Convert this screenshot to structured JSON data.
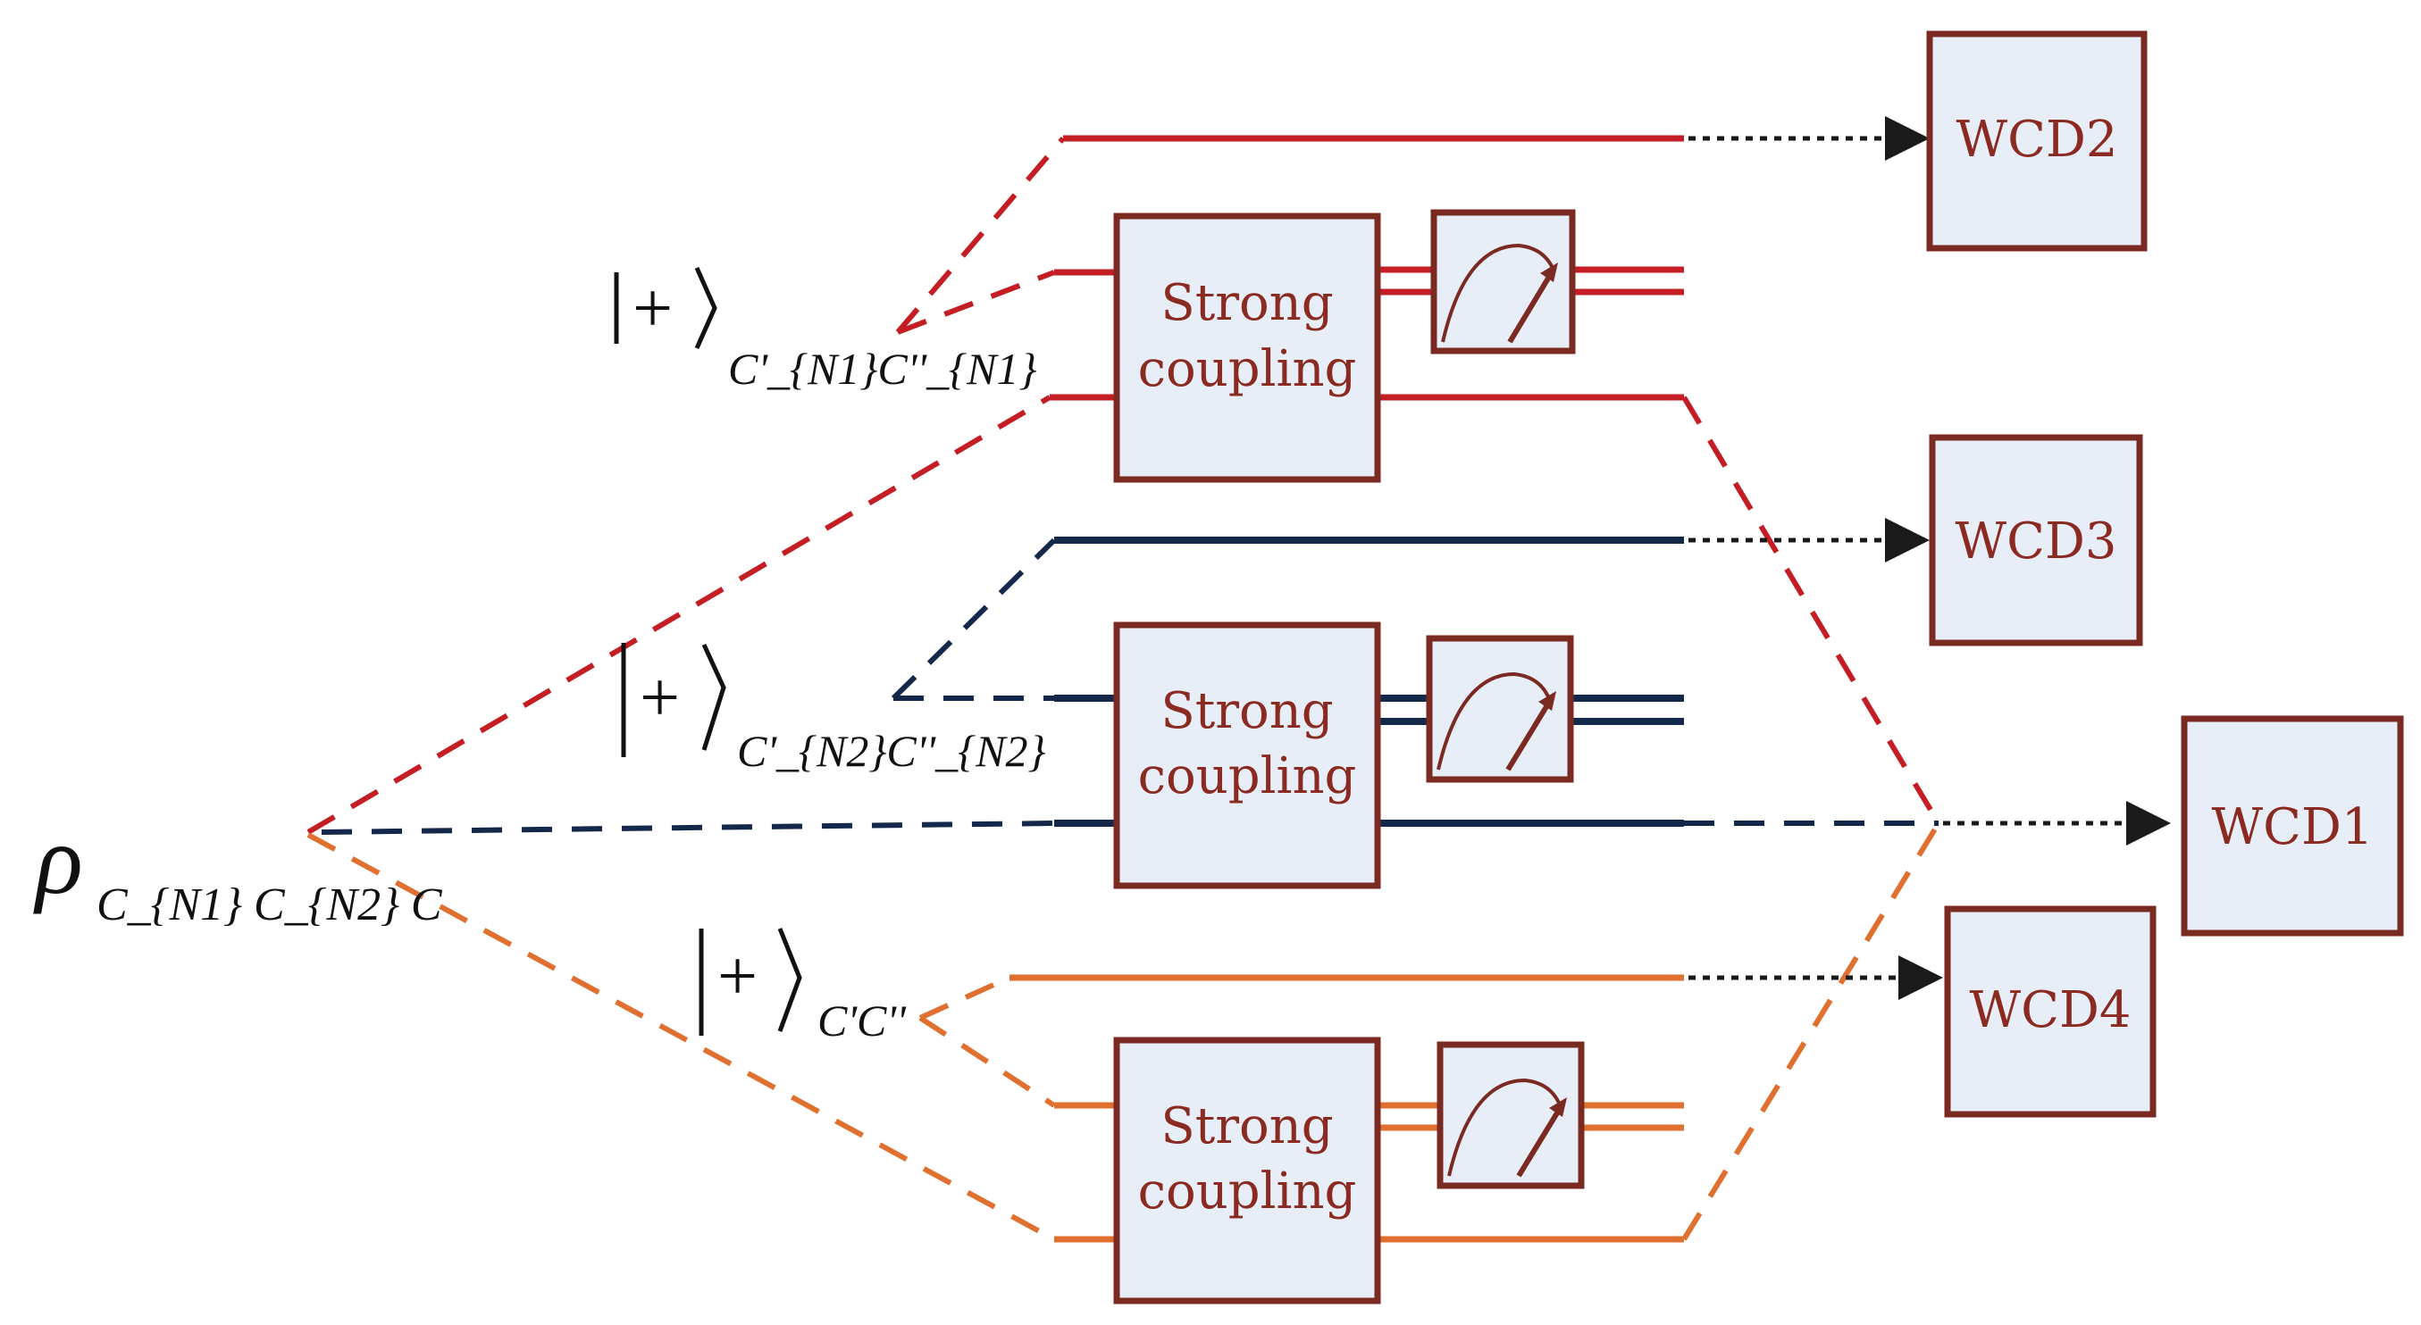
{
  "colors": {
    "red": "#c41e24",
    "navy": "#14284b",
    "orange": "#e07030",
    "box_border": "#7b2a22",
    "box_fill": "#e7eef8",
    "label_text": "#8b2a20",
    "arrow": "#1a1a1a"
  },
  "source_state": {
    "symbol": "ρ",
    "subscript": "C_{N1} C_{N2} C"
  },
  "ancilla_states": [
    {
      "ket": "+",
      "subscript": "C'_{N1}C''_{N1}"
    },
    {
      "ket": "+",
      "subscript": "C'_{N2}C''_{N2}"
    },
    {
      "ket": "+",
      "subscript": "C'C''"
    }
  ],
  "coupling_boxes": [
    {
      "line1": "Strong",
      "line2": "coupling"
    },
    {
      "line1": "Strong",
      "line2": "coupling"
    },
    {
      "line1": "Strong",
      "line2": "coupling"
    }
  ],
  "detectors": [
    {
      "label": "WCD2"
    },
    {
      "label": "WCD3"
    },
    {
      "label": "WCD1"
    },
    {
      "label": "WCD4"
    }
  ],
  "meter_icons": [
    "meter-icon",
    "meter-icon",
    "meter-icon"
  ]
}
